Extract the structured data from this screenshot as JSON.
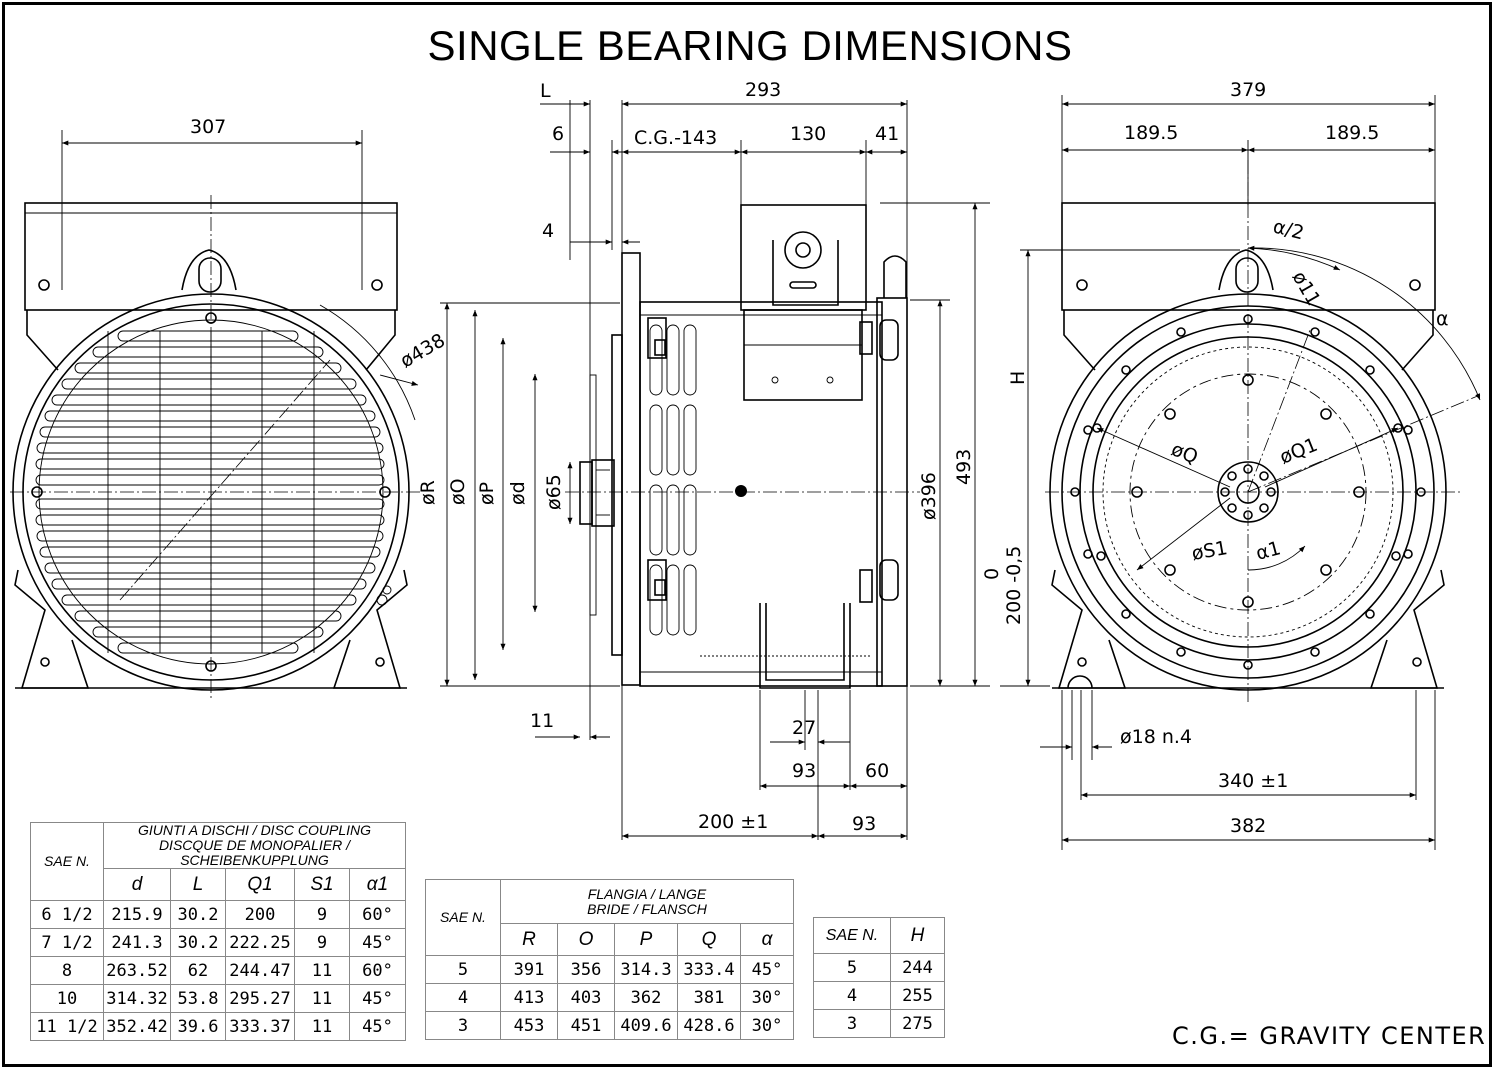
{
  "title": "SINGLE BEARING DIMENSIONS",
  "note": "C.G.= GRAVITY CENTER",
  "front_view": {
    "dims": {
      "width": "307",
      "dia_438": "ø438",
      "dia_R": "øR",
      "dia_O": "øO",
      "dia_P": "øP",
      "dia_d": "ød"
    }
  },
  "side_view": {
    "dims": {
      "L": "L",
      "overall": "293",
      "d6": "6",
      "cg": "C.G.-143",
      "d130": "130",
      "d41": "41",
      "d4": "4",
      "d65": "ø65",
      "d396": "ø396",
      "d493": "493",
      "d11": "11",
      "d27": "27",
      "d93a": "93",
      "d60": "60",
      "d200": "200 ±1",
      "d93b": "93"
    }
  },
  "rear_view": {
    "dims": {
      "overall": "379",
      "half_l": "189.5",
      "half_r": "189.5",
      "a2": "α/2",
      "dia11": "ø11",
      "alpha": "α",
      "H": "H",
      "Q": "øQ",
      "Q1": "øQ1",
      "S1": "øS1",
      "a1": "α1",
      "tol0": "0",
      "tol200": "200 -0,5",
      "holes": "ø18 n.4",
      "d340": "340 ±1",
      "d382": "382"
    }
  },
  "disc_table": {
    "sae_label": "SAE N.",
    "group_lines": [
      "GIUNTI A DISCHI / DISC COUPLING",
      "DISCQUE DE MONOPALIER / SCHEIBENKUPPLUNG"
    ],
    "columns": [
      "d",
      "L",
      "Q1",
      "S1",
      "α1"
    ],
    "rows": [
      [
        "6 1/2",
        "215.9",
        "30.2",
        "200",
        "9",
        "60°"
      ],
      [
        "7 1/2",
        "241.3",
        "30.2",
        "222.25",
        "9",
        "45°"
      ],
      [
        "8",
        "263.52",
        "62",
        "244.47",
        "11",
        "60°"
      ],
      [
        "10",
        "314.32",
        "53.8",
        "295.27",
        "11",
        "45°"
      ],
      [
        "11 1/2",
        "352.42",
        "39.6",
        "333.37",
        "11",
        "45°"
      ]
    ]
  },
  "flange_table": {
    "sae_label": "SAE N.",
    "group_lines": [
      "FLANGIA / LANGE",
      "BRIDE / FLANSCH"
    ],
    "columns": [
      "R",
      "O",
      "P",
      "Q",
      "α"
    ],
    "rows": [
      [
        "5",
        "391",
        "356",
        "314.3",
        "333.4",
        "45°"
      ],
      [
        "4",
        "413",
        "403",
        "362",
        "381",
        "30°"
      ],
      [
        "3",
        "453",
        "451",
        "409.6",
        "428.6",
        "30°"
      ]
    ]
  },
  "h_table": {
    "columns": [
      "SAE N.",
      "H"
    ],
    "rows": [
      [
        "5",
        "244"
      ],
      [
        "4",
        "255"
      ],
      [
        "3",
        "275"
      ]
    ]
  }
}
